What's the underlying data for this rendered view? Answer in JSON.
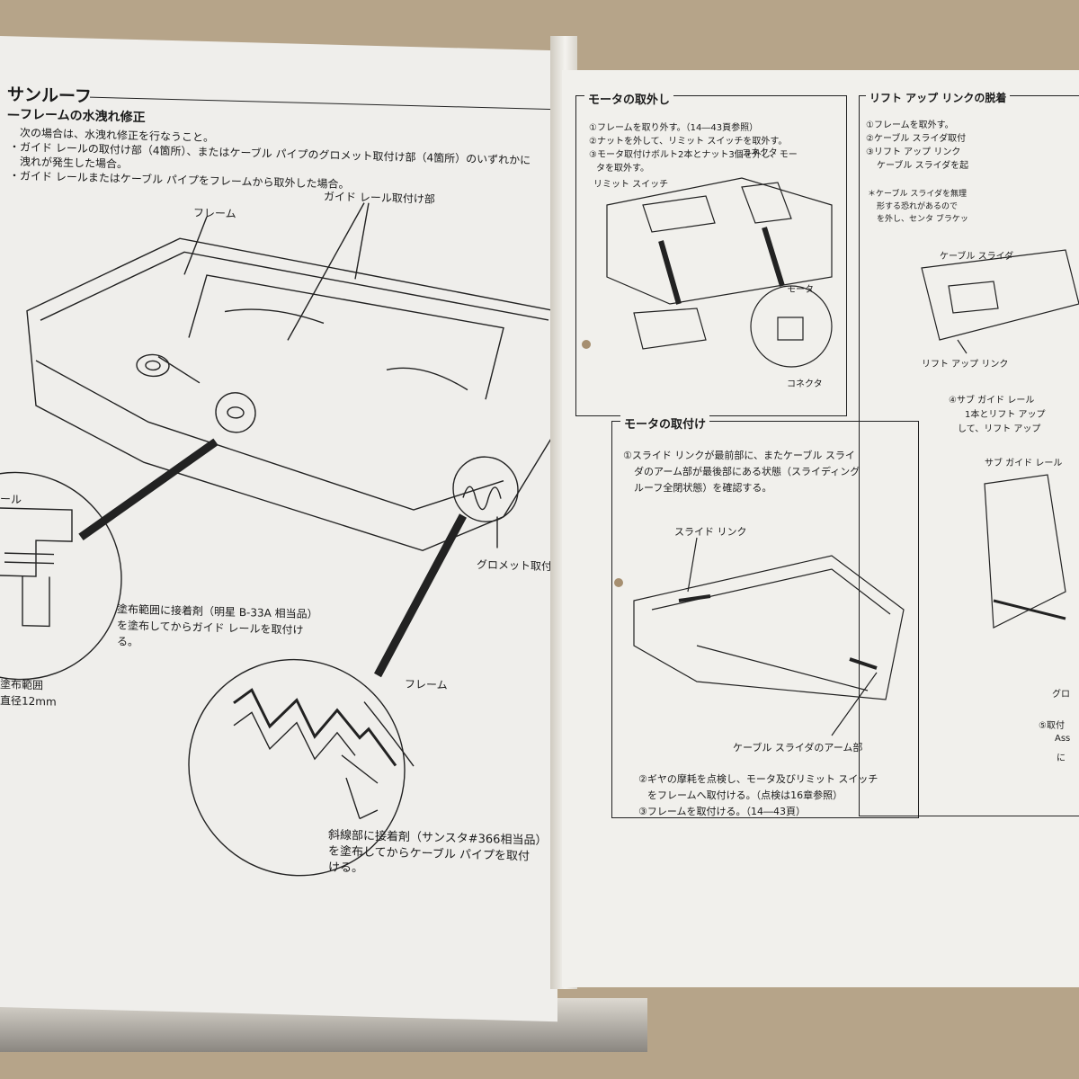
{
  "left": {
    "title": "サンルーフ",
    "section": "フレームの水洩れ修正",
    "intro": [
      "次の場合は、水洩れ修正を行なうこと。",
      "・ガイド レールの取付け部（4箇所）、またはケーブル パイプのグロメット取付け部（4箇所）のいずれかに",
      "洩れが発生した場合。",
      "・ガイド レールまたはケーブル パイプをフレームから取外した場合。"
    ],
    "labels": {
      "frame1": "フレーム",
      "guide_rail_mount": "ガイド レール取付け部",
      "grommet_mount": "グロメット取付け部",
      "rail_fragment": "ール",
      "adhesive_note_1": "塗布範囲に接着剤（明星 B-33A 相当品）",
      "adhesive_note_2": "を塗布してからガイド レールを取付け",
      "adhesive_note_3": "る。",
      "coating_range_1": "塗布範囲",
      "coating_range_2": "直径12mm",
      "frame2": "フレーム",
      "hatched_note_1": "斜線部に接着剤（サンスタ#366相当品）",
      "hatched_note_2": "を塗布してからケーブル パイプを取付",
      "hatched_note_3": "ける。"
    }
  },
  "right": {
    "motor_removal": {
      "title": "モータの取外し",
      "steps": [
        "①フレームを取り外す。（14―43頁参照）",
        "②ナットを外して、リミット スイッチを取外す。",
        "③モータ取付けボルト2本とナット3個を外し、モー",
        "タを取外す。"
      ],
      "labels": {
        "limit_switch": "リミット スイッチ",
        "connector1": "コネクタ",
        "motor": "モータ",
        "connector2": "コネクタ"
      }
    },
    "motor_install": {
      "title": "モータの取付け",
      "step1": [
        "①スライド リンクが最前部に、またケーブル スライ",
        "ダのアーム部が最後部にある状態（スライディング",
        "ルーフ全閉状態）を確認する。"
      ],
      "labels": {
        "slide_link": "スライド リンク",
        "cable_slider_arm": "ケーブル スライダのアーム部"
      },
      "step2": [
        "②ギヤの摩耗を点検し、モータ及びリミット スイッチ",
        "をフレームへ取付ける。（点検は16章参照）",
        "③フレームを取付ける。（14―43頁）"
      ]
    },
    "lift_up": {
      "title": "リフト アップ リンクの脱着",
      "steps": [
        "①フレームを取外す。",
        "②ケーブル スライダ取付",
        "③リフト アップ リンク",
        "ケーブル スライダを起"
      ],
      "note": [
        "＊ケーブル スライダを無理",
        "形する恐れがあるので",
        "を外し、センタ ブラケッ"
      ],
      "labels": {
        "cable_slider": "ケーブル スライダ",
        "lift_up_link": "リフト アップ リンク",
        "sub_guide_rail_step": [
          "④サブ ガイド レール",
          "1本とリフト アップ",
          "して、リフト アップ"
        ],
        "sub_guide_rail": "サブ ガイド レール",
        "fragment_1": "グロ",
        "step5": "⑤取付",
        "fragment_2": "Ass",
        "fragment_3": "に"
      }
    }
  }
}
